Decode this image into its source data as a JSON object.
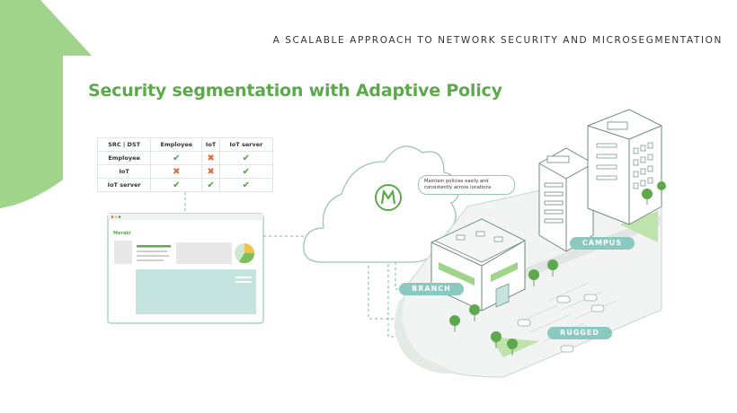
{
  "header": {
    "eyebrow": "A SCALABLE APPROACH TO NETWORK SECURITY AND MICROSEGMENTATION",
    "title": "Security segmentation with Adaptive Policy"
  },
  "policy_table": {
    "columns": [
      "SRC | DST",
      "Employee",
      "IoT",
      "IoT server"
    ],
    "rows": [
      {
        "label": "Employee",
        "cells": [
          "allow",
          "deny",
          "allow"
        ]
      },
      {
        "label": "IoT",
        "cells": [
          "deny",
          "deny",
          "allow"
        ]
      },
      {
        "label": "IoT server",
        "cells": [
          "allow",
          "allow",
          "allow"
        ]
      }
    ],
    "allow_icon": "check-icon",
    "deny_icon": "x-icon",
    "allow_color": "#4f9b3c",
    "deny_color": "#e06a3b"
  },
  "dashboard": {
    "brand": "Meraki"
  },
  "cloud": {
    "icon": "meraki-m-logo",
    "callout": "Maintain policies easily and consistently across locations"
  },
  "sites": {
    "campus": "CAMPUS",
    "branch": "BRANCH",
    "rugged": "RUGGED"
  },
  "colors": {
    "accent_green": "#5ea84e",
    "teal": "#8ac9bf",
    "light_green": "#9fd48a"
  }
}
